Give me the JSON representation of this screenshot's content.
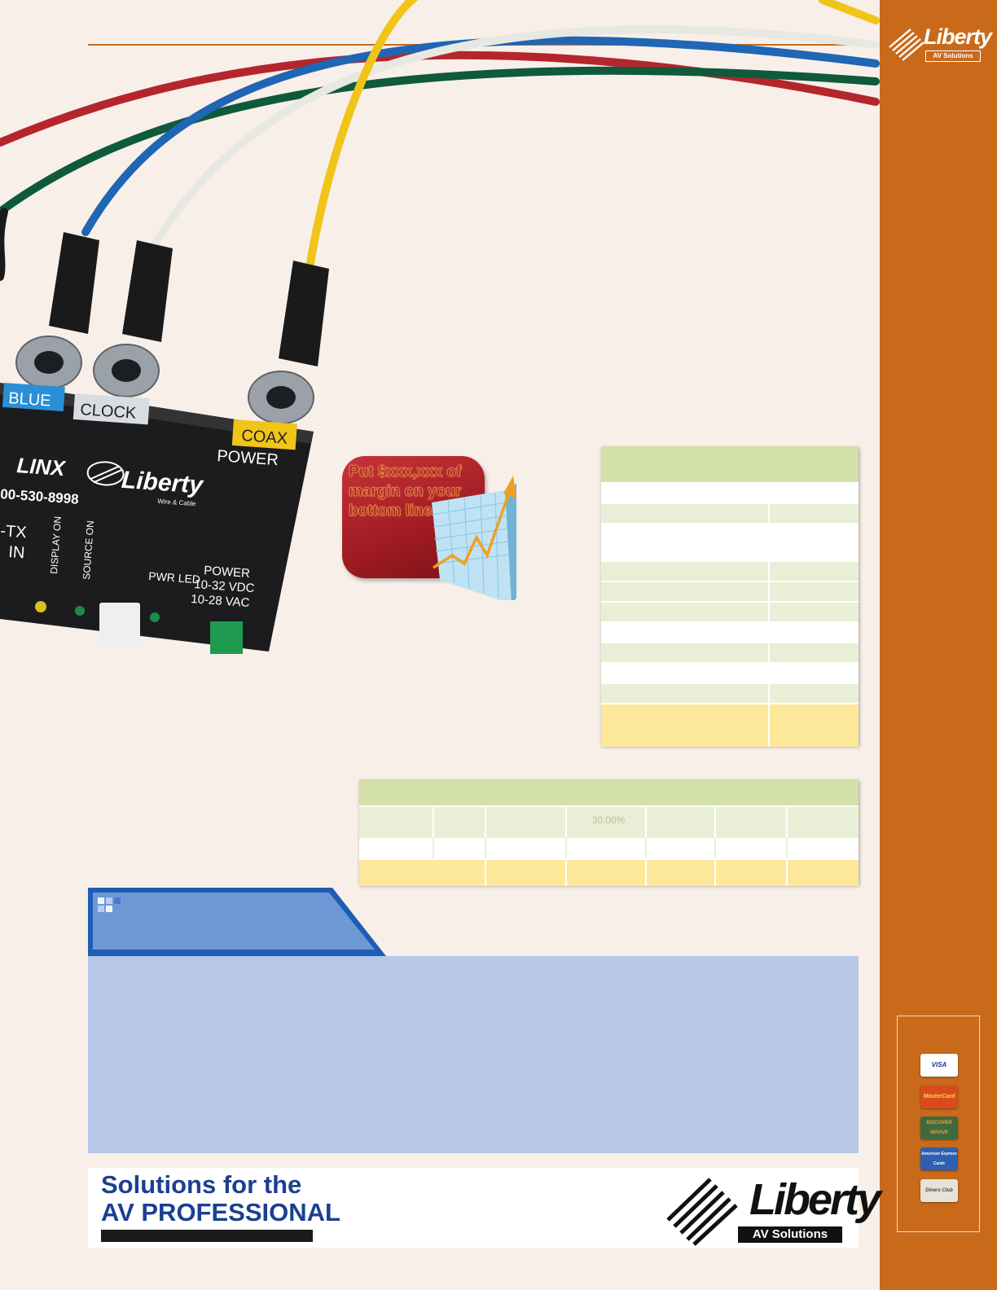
{
  "brand": {
    "name": "Liberty",
    "subtitle": "AV Solutions",
    "accent_color": "#c96a1b",
    "navy_color": "#1c3f92"
  },
  "product_labels": {
    "blue_label": "BLUE",
    "clock_label": "CLOCK",
    "coax_label": "COAX",
    "power_label": "POWER",
    "model_prefix": "LINX",
    "phone_partial": "00-530-8998",
    "tx_label": "-TX",
    "in_label": "IN",
    "display_on": "DISPLAY ON",
    "source_on": "SOURCE ON",
    "pwr_led": "PWR LED",
    "power_spec_title": "POWER",
    "power_spec_dc": "10-32 VDC",
    "power_spec_ac": "10-28 VAC",
    "box_brand": "Liberty",
    "box_brand_sub": "Wire & Cable"
  },
  "promo": {
    "headline": "Put $xxx,xxx of margin on your bottom line!"
  },
  "table_bottom": {
    "percent_cell": "30.00%"
  },
  "footer": {
    "tagline_line1": "Solutions for the",
    "tagline_line2": "AV PROFESSIONAL"
  },
  "payment_cards": [
    "VISA",
    "MasterCard",
    "DISCOVER NOVUS",
    "American Express Cards",
    "Diners Club"
  ]
}
